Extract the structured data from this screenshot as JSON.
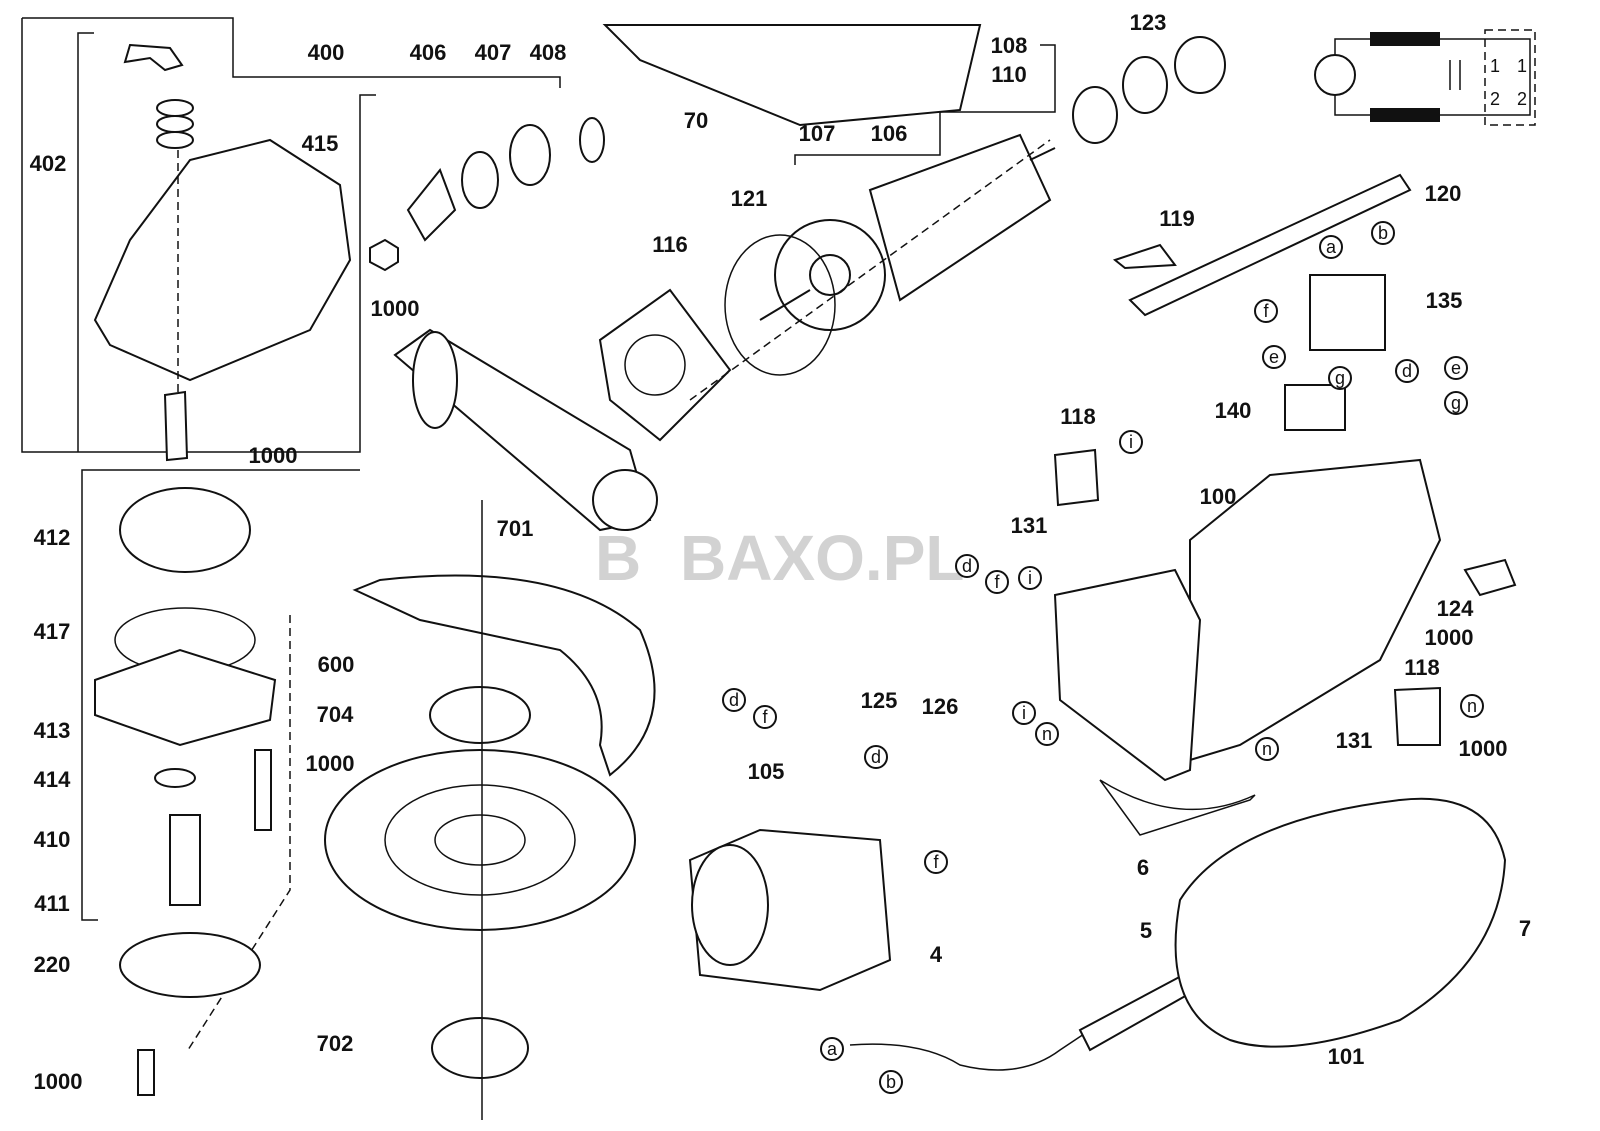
{
  "diagram": {
    "type": "exploded-parts-view",
    "watermark": "BAXO.PL",
    "part_numbers": [
      "400",
      "406",
      "407",
      "408",
      "402",
      "415",
      "1000",
      "1000",
      "70",
      "107",
      "106",
      "108",
      "110",
      "123",
      "120",
      "121",
      "116",
      "119",
      "135",
      "140",
      "118",
      "131",
      "100",
      "701",
      "412",
      "417",
      "600",
      "704",
      "125",
      "126",
      "124",
      "1000",
      "118",
      "131",
      "1000",
      "413",
      "414",
      "1000",
      "105",
      "6",
      "410",
      "411",
      "220",
      "4",
      "5",
      "7",
      "702",
      "101",
      "1000"
    ],
    "wire_letters": [
      "a",
      "b",
      "f",
      "e",
      "g",
      "d",
      "e",
      "g",
      "i",
      "d",
      "f",
      "i",
      "d",
      "f",
      "i",
      "n",
      "d",
      "f",
      "n",
      "n",
      "a",
      "b"
    ],
    "wiring_diagram_terminals": [
      "1",
      "1",
      "2",
      "2"
    ]
  }
}
